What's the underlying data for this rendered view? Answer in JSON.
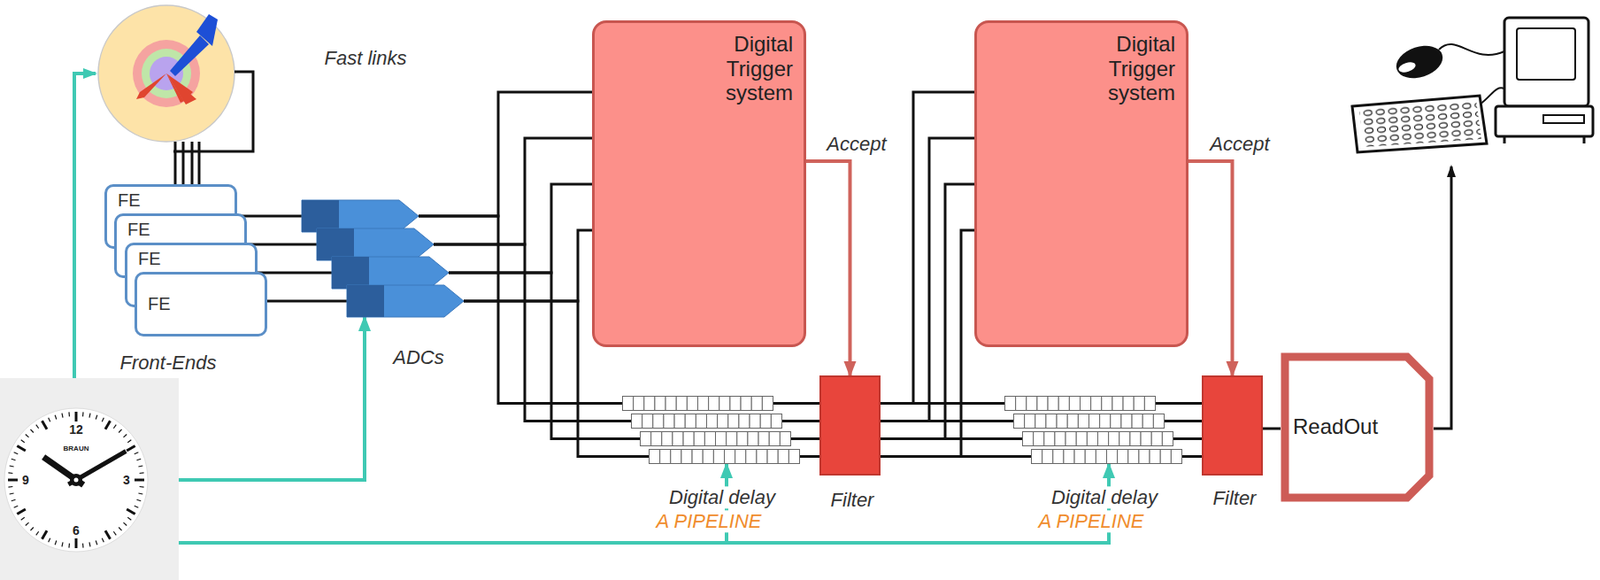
{
  "diagram": {
    "nodes": [
      {
        "text": [
          "FE"
        ]
      },
      {
        "text": [
          "FE"
        ]
      },
      {
        "text": [
          "FE"
        ]
      },
      {
        "text": [
          "FE"
        ]
      },
      {
        "text": [
          "ADCs"
        ]
      },
      {
        "text": [
          "Digital Trigger system"
        ]
      },
      {
        "text": [
          "Digital delay",
          "A PIPELINE"
        ]
      },
      {
        "text": [
          "Filter"
        ]
      },
      {
        "text": [
          "Digital Trigger system"
        ]
      },
      {
        "text": [
          "Digital delay",
          "A PIPELINE"
        ]
      },
      {
        "text": [
          "Filter"
        ]
      },
      {
        "text": [
          "ReadOut"
        ]
      },
      {
        "text": [
          "12",
          "3",
          "6",
          "9",
          "BRAUN"
        ]
      }
    ],
    "edges": [
      {
        "from": 0,
        "to": 4,
        "arrow": "none"
      },
      {
        "from": 1,
        "to": 4,
        "arrow": "none"
      },
      {
        "from": 2,
        "to": 4,
        "arrow": "none"
      },
      {
        "from": 3,
        "to": 4,
        "arrow": "none"
      },
      {
        "from": 4,
        "to": 5,
        "arrow": "none"
      },
      {
        "from": 4,
        "to": 6,
        "arrow": "none"
      },
      {
        "from": 5,
        "to": 7,
        "label": "Accept",
        "arrow": "to"
      },
      {
        "from": 6,
        "to": 7,
        "arrow": "none"
      },
      {
        "from": 7,
        "to": 8,
        "arrow": "none"
      },
      {
        "from": 7,
        "to": 9,
        "arrow": "none"
      },
      {
        "from": 8,
        "to": 10,
        "label": "Accept",
        "arrow": "to"
      },
      {
        "from": 9,
        "to": 10,
        "arrow": "none"
      },
      {
        "from": 10,
        "to": 11,
        "arrow": "none"
      },
      {
        "from": 12,
        "to": 4,
        "arrow": "to"
      },
      {
        "from": 12,
        "to": 6,
        "arrow": "to"
      },
      {
        "from": 12,
        "to": 9,
        "arrow": "to"
      }
    ],
    "labels": [
      "Fast links",
      "Front-Ends"
    ]
  }
}
